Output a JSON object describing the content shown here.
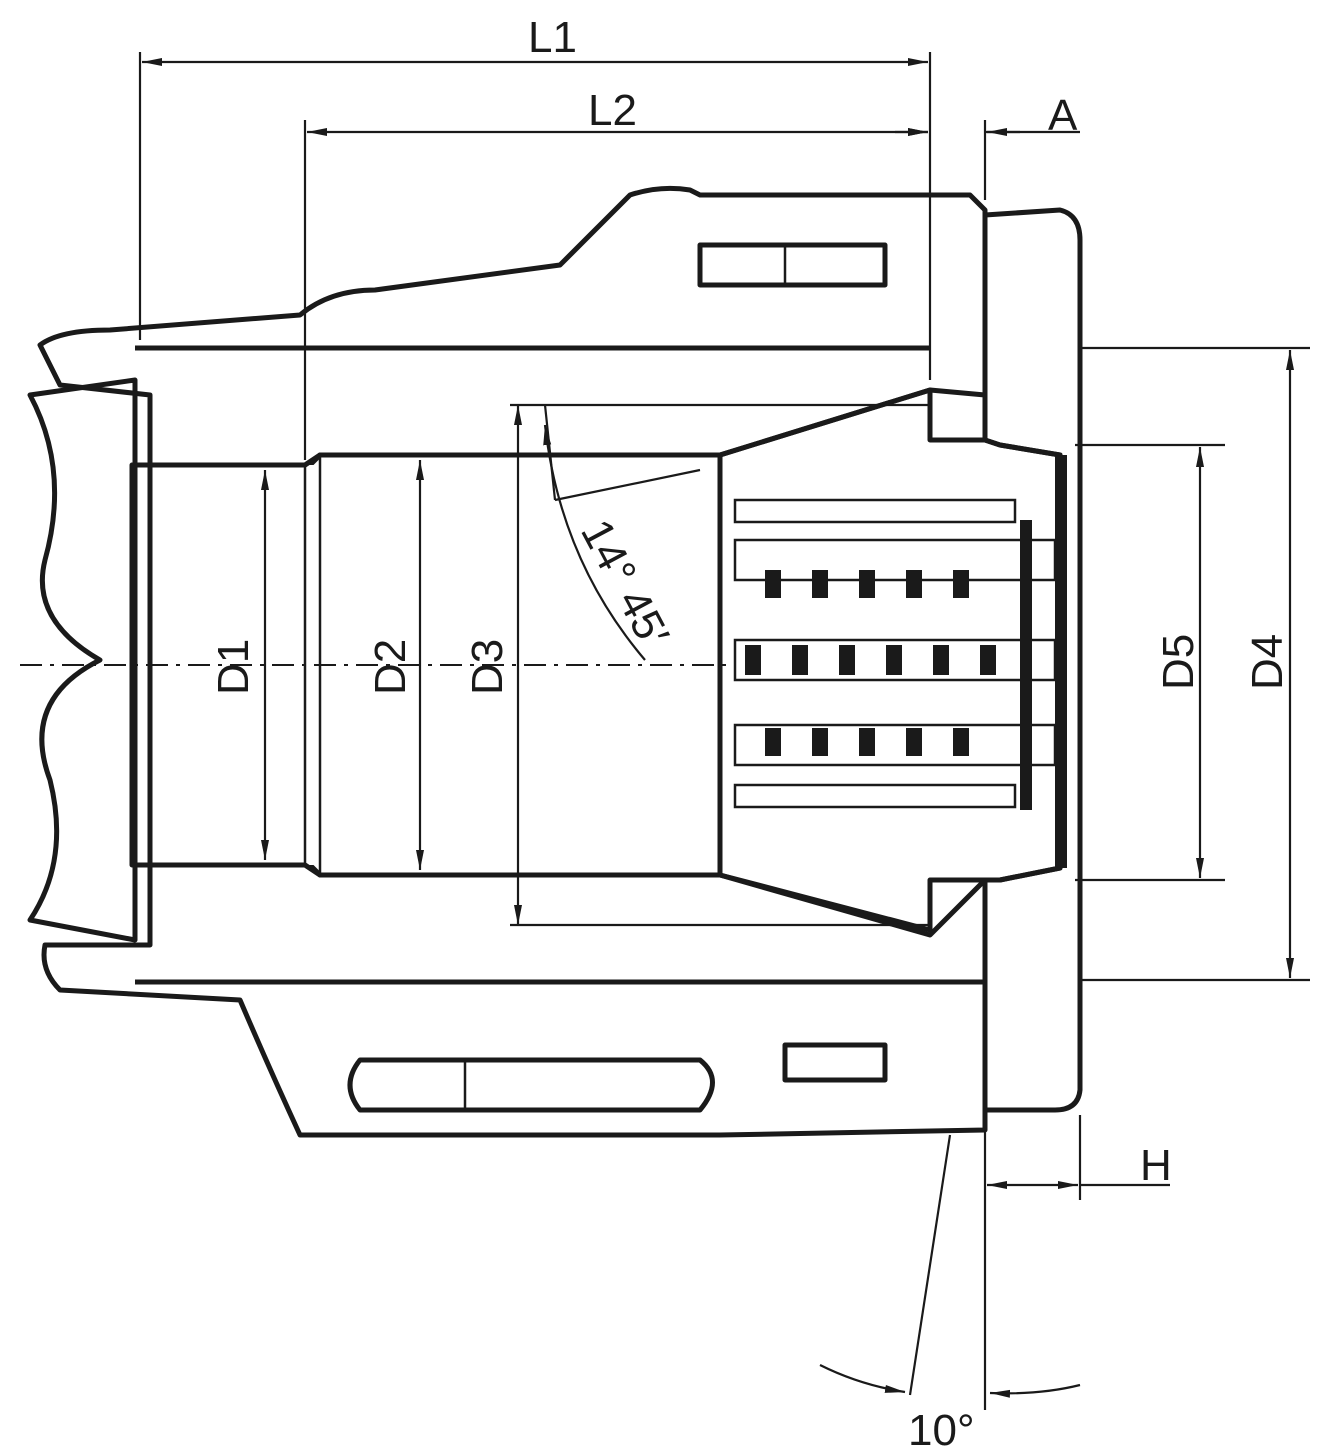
{
  "labels": {
    "L1": "L1",
    "L2": "L2",
    "A": "A",
    "D1": "D1",
    "D2": "D2",
    "D3": "D3",
    "D4": "D4",
    "D5": "D5",
    "H": "H",
    "angle_cone": "14° 45′",
    "angle_face": "10°"
  }
}
